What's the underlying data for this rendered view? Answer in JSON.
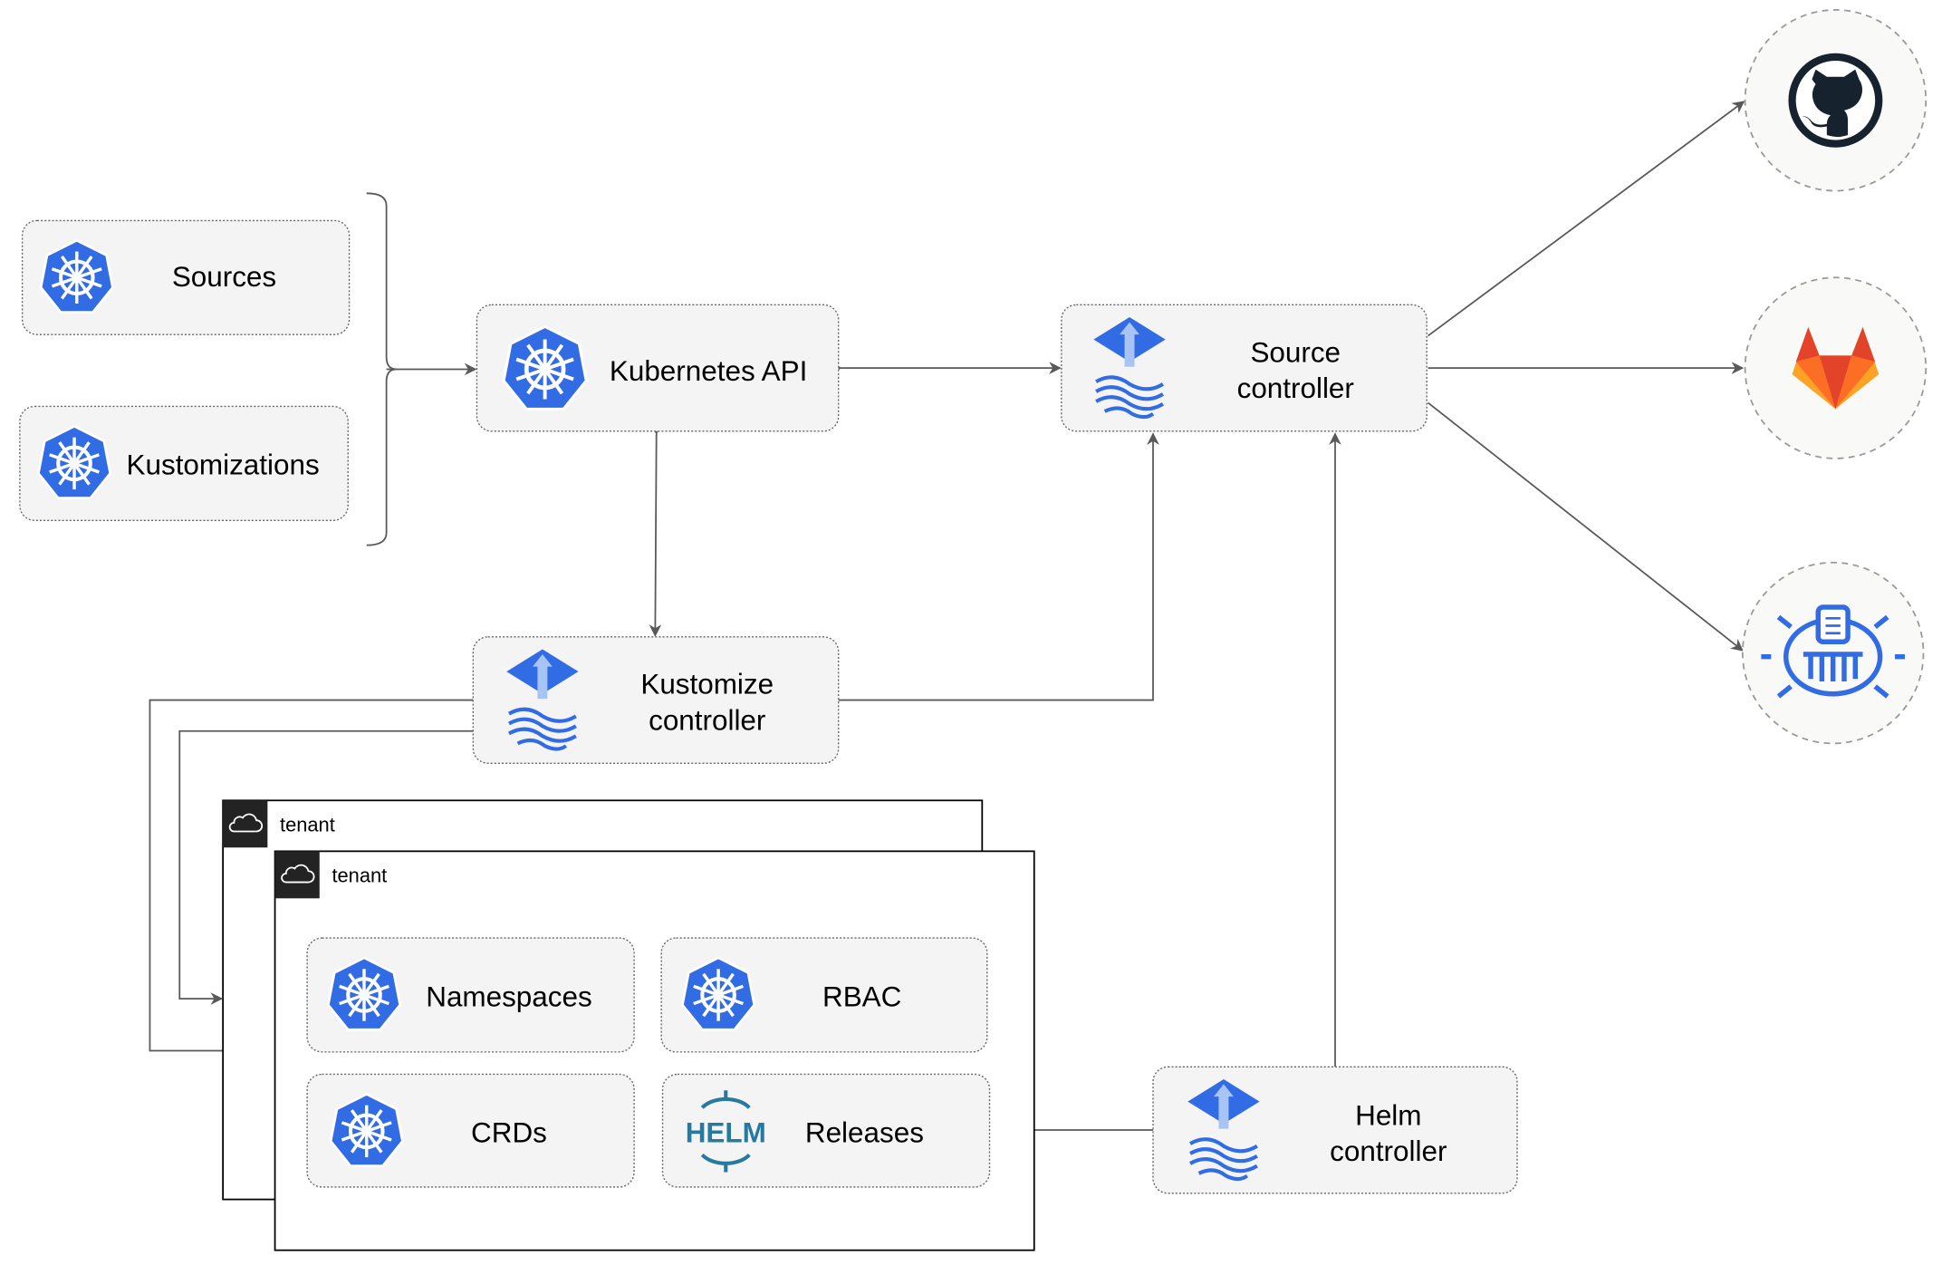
{
  "nodes": {
    "sources": "Sources",
    "kustomizations": "Kustomizations",
    "kubernetes_api": "Kubernetes API",
    "source_controller": [
      "Source",
      "controller"
    ],
    "kustomize_controller": [
      "Kustomize",
      "controller"
    ],
    "helm_controller": [
      "Helm",
      "controller"
    ],
    "namespaces": "Namespaces",
    "rbac": "RBAC",
    "crds": "CRDs",
    "releases": "Releases"
  },
  "tenants": [
    "tenant",
    "tenant"
  ],
  "helm_logo_text": "HELM",
  "external": [
    "github-icon",
    "gitlab-icon",
    "bucket-icon"
  ],
  "colors": {
    "k8s_blue": "#326ce5",
    "gitlab_orange": "#e24329",
    "github_dark": "#16232f"
  }
}
